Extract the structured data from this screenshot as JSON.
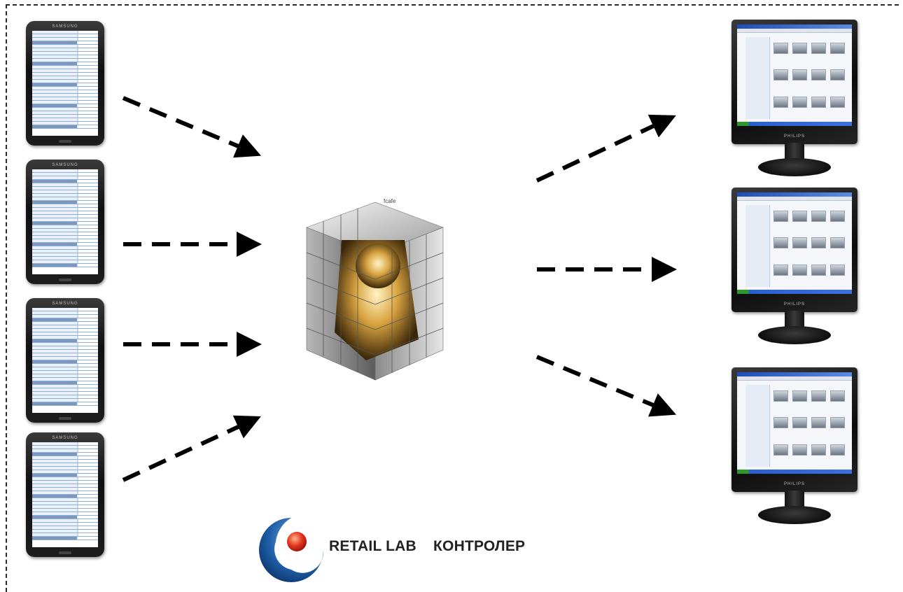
{
  "cube": {
    "label": "fcаfe"
  },
  "tablets": {
    "brand": "SAMSUNG",
    "count": 4
  },
  "monitors": {
    "brand": "PHILIPS",
    "count": 3
  },
  "logo": {
    "text_left": "RETAIL LAB",
    "text_right": "КОНТРОЛЕР"
  },
  "colors": {
    "arrow": "#000000",
    "frame": "#2a2a2a",
    "logo_blue": "#1f5fa8",
    "logo_red": "#e0331c"
  }
}
